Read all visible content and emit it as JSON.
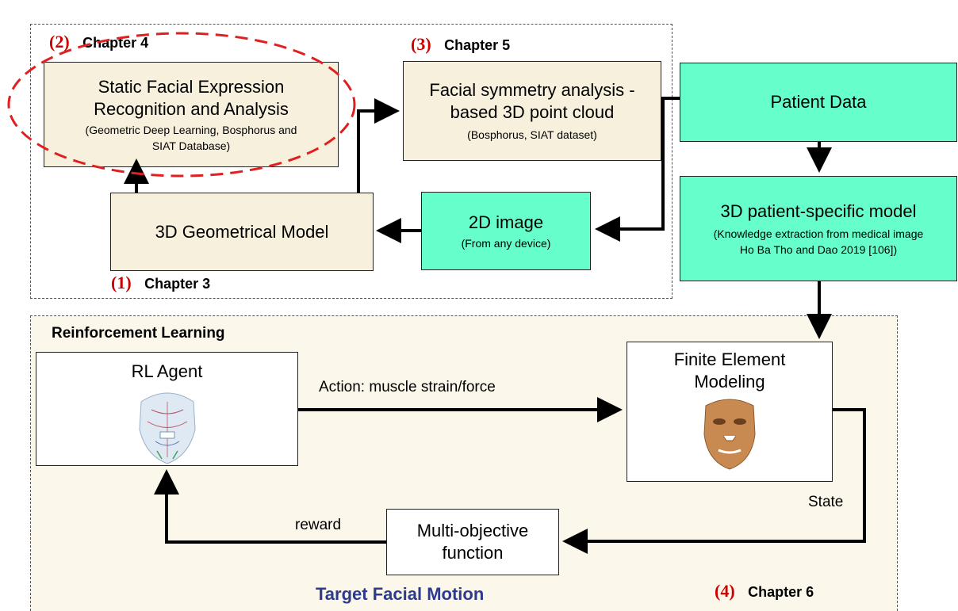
{
  "regions": {
    "rl_title": "Reinforcement Learning",
    "target_label": "Target Facial Motion"
  },
  "chapters": {
    "ch3": {
      "num": "(1)",
      "label": "Chapter 3"
    },
    "ch4": {
      "num": "(2)",
      "label": "Chapter 4"
    },
    "ch5": {
      "num": "(3)",
      "label": "Chapter 5"
    },
    "ch6": {
      "num": "(4)",
      "label": "Chapter 6"
    }
  },
  "boxes": {
    "static_fer": {
      "title_line1": "Static Facial Expression",
      "title_line2": "Recognition and Analysis",
      "sub_line1": "(Geometric Deep Learning, Bosphorus and",
      "sub_line2": "SIAT Database)"
    },
    "symmetry": {
      "title_line1": "Facial symmetry analysis -",
      "title_line2": "based 3D point cloud",
      "sub": "(Bosphorus, SIAT dataset)"
    },
    "patient_data": {
      "title": "Patient Data"
    },
    "geom_model": {
      "title": "3D Geometrical Model"
    },
    "image_2d": {
      "title": "2D image",
      "sub": "(From any device)"
    },
    "patient_model": {
      "title": "3D patient-specific model",
      "sub_line1": "(Knowledge extraction from medical image",
      "sub_line2": "Ho Ba Tho and Dao 2019 [106])"
    },
    "rl_agent": {
      "title": "RL Agent"
    },
    "fem": {
      "title_line1": "Finite Element",
      "title_line2": "Modeling"
    },
    "multi_obj": {
      "title_line1": "Multi-objective",
      "title_line2": "function"
    }
  },
  "edge_labels": {
    "action": "Action: muscle strain/force",
    "state": "State",
    "reward": "reward"
  },
  "colors": {
    "beige": "#f6f0dc",
    "teal": "#66ffcc",
    "highlight_red": "#e02020",
    "target_blue": "#2e3a8c",
    "face_tan": "#c98a52"
  }
}
